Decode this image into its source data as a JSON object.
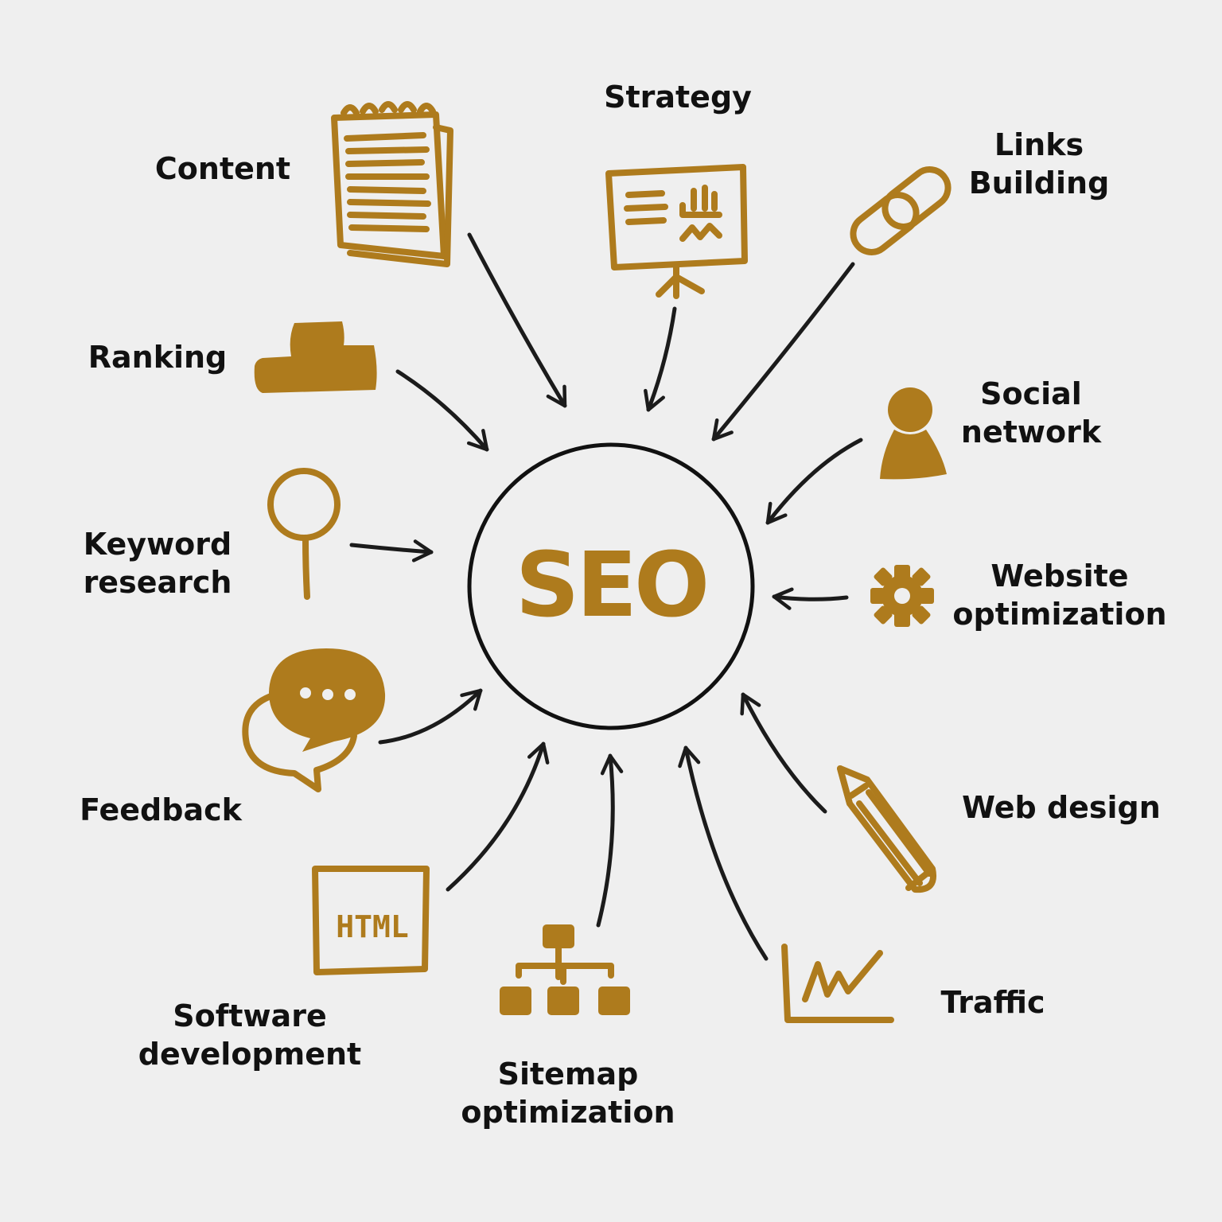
{
  "center": {
    "title": "SEO"
  },
  "nodes": {
    "strategy": {
      "lines": [
        "Strategy"
      ]
    },
    "content": {
      "lines": [
        "Content"
      ]
    },
    "links_building": {
      "lines": [
        "Links",
        "Building"
      ]
    },
    "ranking": {
      "lines": [
        "Ranking"
      ]
    },
    "social_network": {
      "lines": [
        "Social",
        "network"
      ]
    },
    "keyword_research": {
      "lines": [
        "Keyword",
        "research"
      ]
    },
    "website_optimization": {
      "lines": [
        "Website",
        "optimization"
      ]
    },
    "feedback": {
      "lines": [
        "Feedback"
      ]
    },
    "web_design": {
      "lines": [
        "Web design"
      ]
    },
    "software_development": {
      "lines": [
        "Software",
        "development"
      ]
    },
    "traffic": {
      "lines": [
        "Traffic"
      ]
    },
    "sitemap_optimization": {
      "lines": [
        "Sitemap",
        "optimization"
      ]
    }
  },
  "icons": {
    "html_text": "HTML"
  },
  "colors": {
    "accent": "#ae7b1d",
    "ink": "#1b1b1b",
    "background": "#efefef"
  }
}
